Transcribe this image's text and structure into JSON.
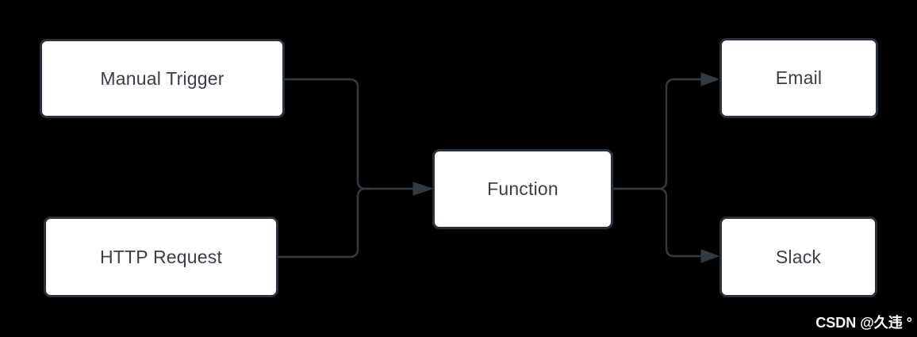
{
  "diagram": {
    "type": "flowchart",
    "nodes": [
      {
        "id": "manual-trigger",
        "label": "Manual Trigger",
        "role": "source"
      },
      {
        "id": "http-request",
        "label": "HTTP Request",
        "role": "source"
      },
      {
        "id": "function",
        "label": "Function",
        "role": "process"
      },
      {
        "id": "email",
        "label": "Email",
        "role": "output"
      },
      {
        "id": "slack",
        "label": "Slack",
        "role": "output"
      }
    ],
    "edges": [
      {
        "from": "manual-trigger",
        "to": "function"
      },
      {
        "from": "http-request",
        "to": "function"
      },
      {
        "from": "function",
        "to": "email"
      },
      {
        "from": "function",
        "to": "slack"
      }
    ],
    "colors": {
      "background": "#000000",
      "node_fill": "#ffffff",
      "node_border": "#2b313a",
      "node_text": "#3b4046",
      "connector": "#343a42",
      "watermark_text": "#ffffff"
    }
  },
  "watermark": {
    "text": "CSDN @久违 °"
  }
}
